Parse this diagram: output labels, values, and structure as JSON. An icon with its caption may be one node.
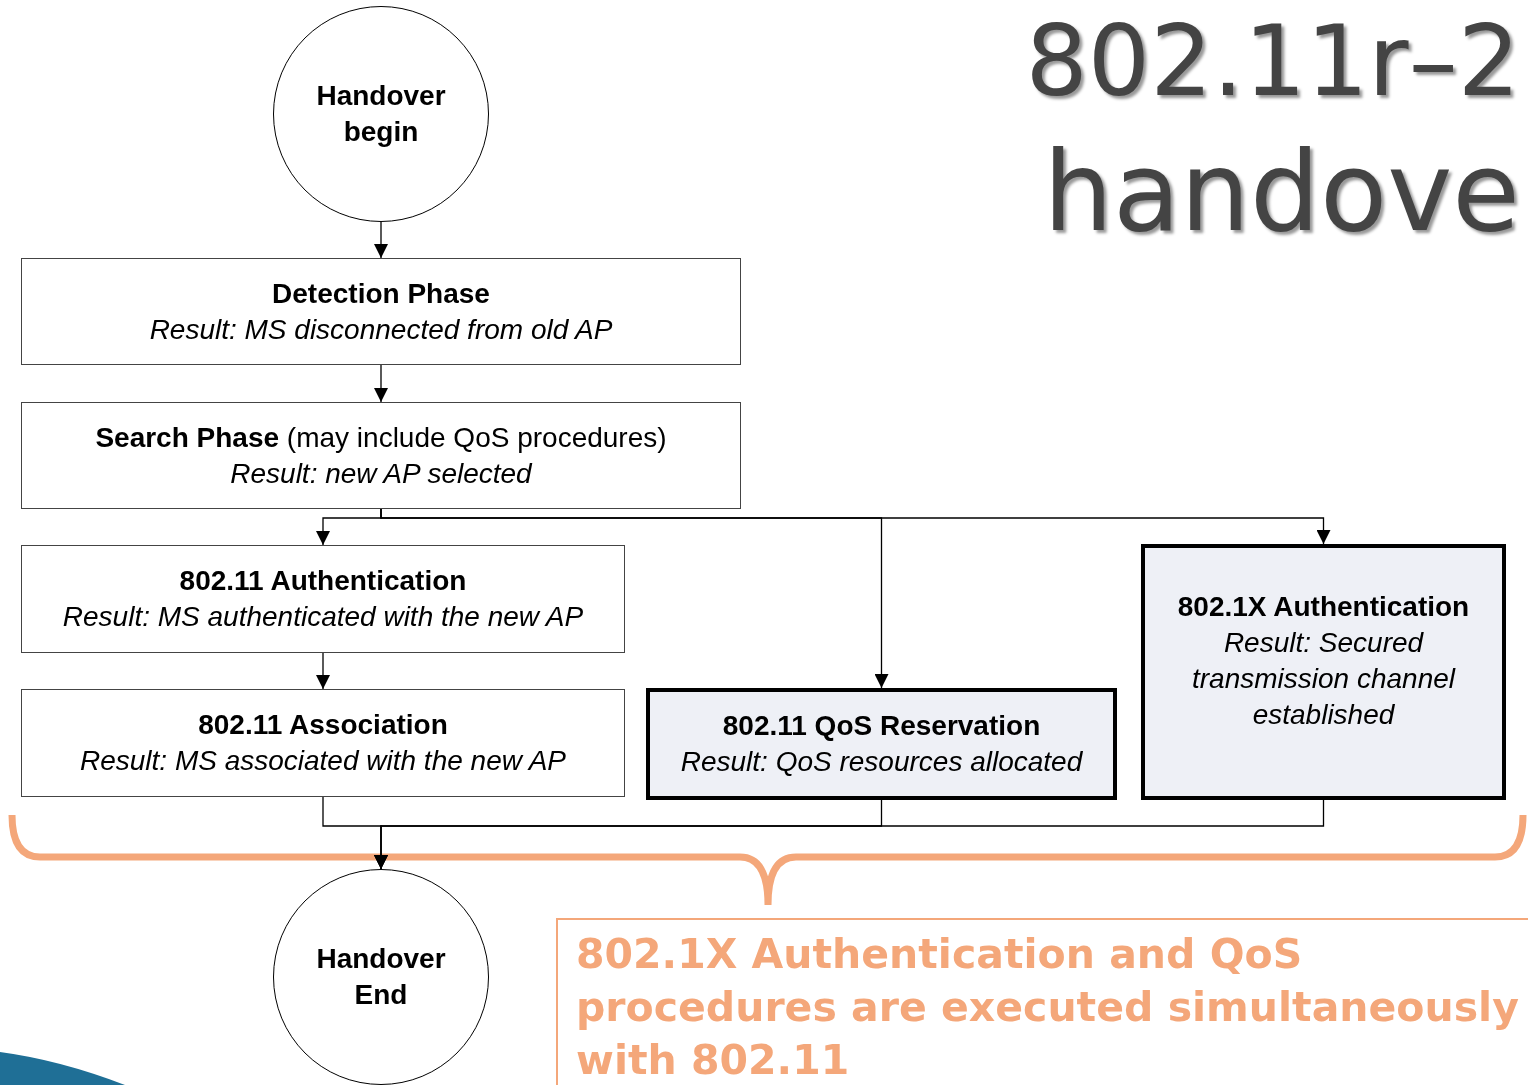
{
  "diagram": {
    "nodes": [
      {
        "text": [
          "Handover begin"
        ]
      },
      {
        "text": [
          "Detection Phase",
          "Result: MS disconnected from old AP"
        ]
      },
      {
        "text": [
          "**Search Phase** (may include QoS procedures)",
          "Result: new AP selected"
        ]
      },
      {
        "text": [
          "802.11 Authentication",
          "Result: MS authenticated with the new AP"
        ]
      },
      {
        "text": [
          "802.11 Association",
          "Result: MS associated with the new AP"
        ]
      },
      {
        "text": [
          "802.11 QoS Reservation",
          "Result: QoS resources allocated"
        ]
      },
      {
        "text": [
          "802.1X Authentication",
          "Result: Secured transmission channel established"
        ]
      },
      {
        "text": [
          "Handover End"
        ]
      },
      {
        "text": [
          "802.1X Authentication and QoS procedures are executed simultaneously with 802.11"
        ]
      }
    ],
    "edges": [
      {
        "from": 0,
        "to": 1,
        "arrow": "to"
      },
      {
        "from": 1,
        "to": 2,
        "arrow": "to"
      },
      {
        "from": 2,
        "to": 3,
        "arrow": "to"
      },
      {
        "from": 2,
        "to": 5,
        "arrow": "to"
      },
      {
        "from": 2,
        "to": 6,
        "arrow": "to"
      },
      {
        "from": 3,
        "to": 4,
        "arrow": "to"
      },
      {
        "from": 4,
        "to": 7,
        "arrow": "to"
      },
      {
        "from": 5,
        "to": 7,
        "arrow": "to"
      },
      {
        "from": 6,
        "to": 7,
        "arrow": "to"
      }
    ],
    "labels": [
      "802.11r–2",
      "handove"
    ]
  }
}
